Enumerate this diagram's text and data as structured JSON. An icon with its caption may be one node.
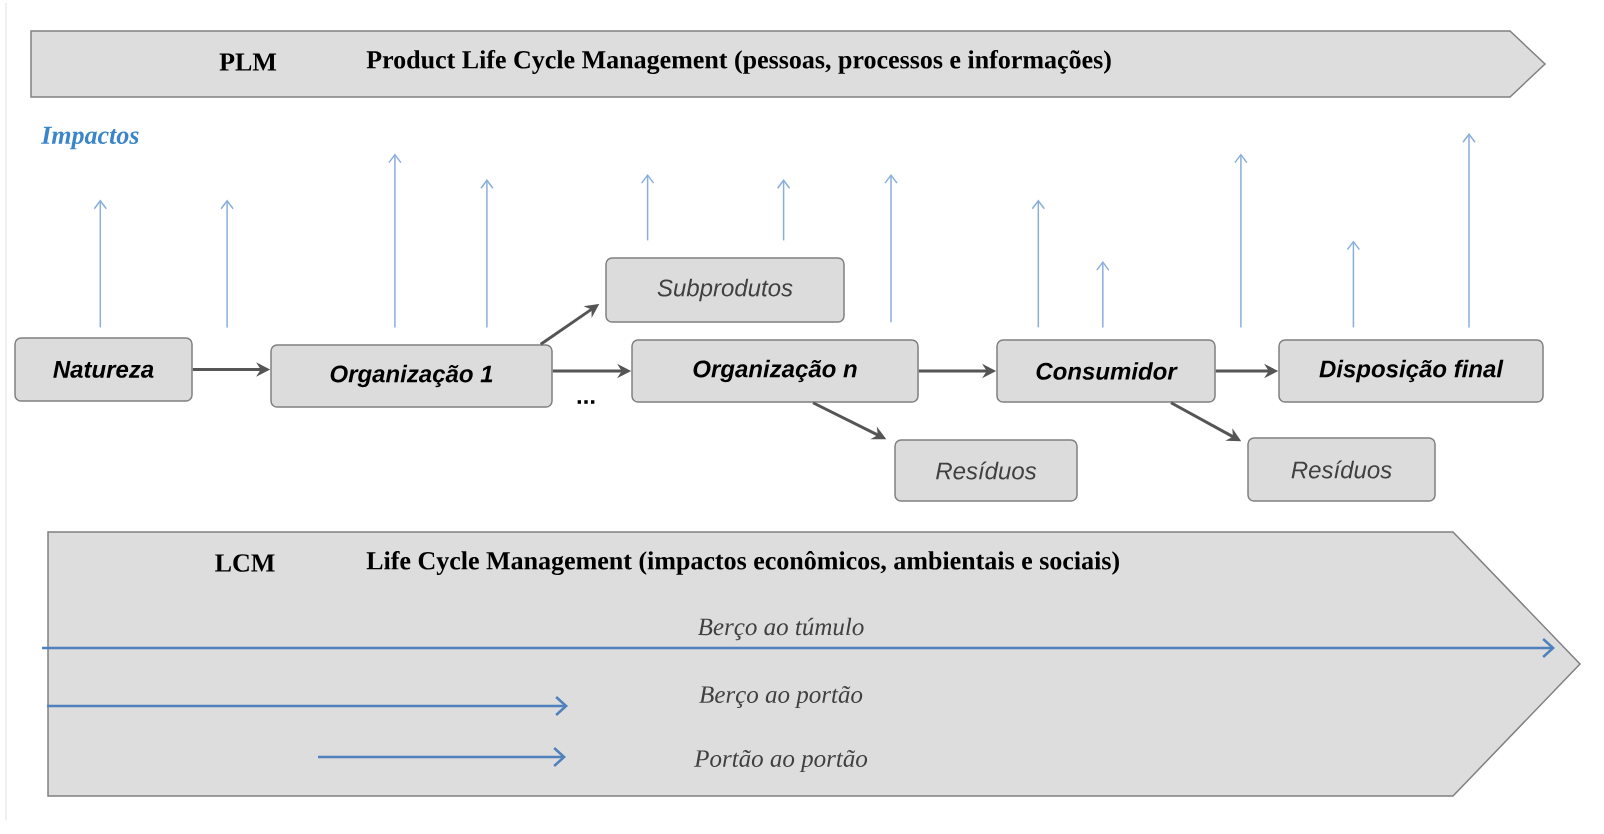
{
  "diagram": {
    "nodes": [
      {
        "text": [
          "PLM",
          "Product Life Cycle Management (pessoas, processos e informações)"
        ]
      },
      {
        "text": [
          "Natureza"
        ]
      },
      {
        "text": [
          "Organização 1"
        ]
      },
      {
        "text": [
          "Subprodutos"
        ]
      },
      {
        "text": [
          "Organização n"
        ]
      },
      {
        "text": [
          "Resíduos"
        ]
      },
      {
        "text": [
          "Consumidor"
        ]
      },
      {
        "text": [
          "Resíduos"
        ]
      },
      {
        "text": [
          "Disposição final"
        ]
      },
      {
        "text": [
          "LCM",
          "Life Cycle Management (impactos econômicos, ambientais e sociais)",
          "Berço ao túmulo",
          "Berço ao portão",
          "Portão ao portão"
        ]
      }
    ],
    "edges": [
      {
        "from": 1,
        "to": 2,
        "arrow": "to"
      },
      {
        "from": 2,
        "to": 3,
        "arrow": "to"
      },
      {
        "from": 2,
        "to": 4,
        "arrow": "to"
      },
      {
        "from": 4,
        "to": 5,
        "arrow": "to"
      },
      {
        "from": 4,
        "to": 6,
        "arrow": "to"
      },
      {
        "from": 6,
        "to": 7,
        "arrow": "to"
      },
      {
        "from": 6,
        "to": 8,
        "arrow": "to"
      }
    ],
    "labels": [
      "Impactos",
      "..."
    ]
  }
}
